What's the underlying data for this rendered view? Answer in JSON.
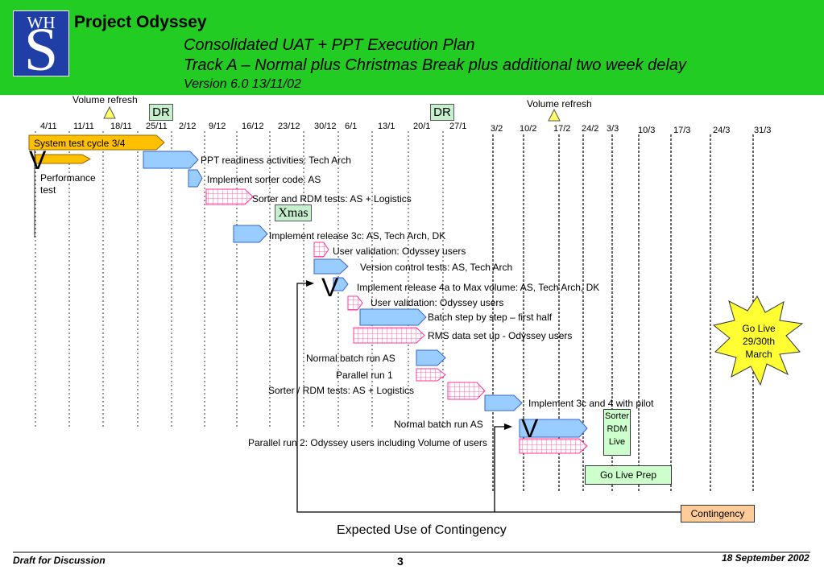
{
  "header": {
    "logo_text_top": "WH",
    "logo_text_main": "S",
    "title": "Project Odyssey",
    "subtitle_1": "Consolidated UAT + PPT Execution Plan",
    "subtitle_2": "Track A – Normal plus Christmas Break plus additional two week delay",
    "version": "Version 6.0 13/11/02"
  },
  "markers": {
    "volume_refresh_1": "Volume refresh",
    "volume_refresh_2": "Volume refresh",
    "dr_1": "DR",
    "dr_2": "DR",
    "xmas": "Xmas",
    "v_mark": "V"
  },
  "dates": [
    "4/11",
    "11/11",
    "18/11",
    "25/11",
    "2/12",
    "9/12",
    "16/12",
    "23/12",
    "30/12",
    "6/1",
    "13/1",
    "20/1",
    "27/1",
    "3/2",
    "10/2",
    "17/2",
    "24/2",
    "3/3",
    "10/3",
    "17/3",
    "24/3",
    "31/3"
  ],
  "tasks": {
    "system_test": "System test cycle 3/4",
    "performance_test": "Performance test",
    "ppt_readiness": "PPT readiness activities: Tech Arch",
    "implement_sorter": "Implement sorter code: AS",
    "sorter_rdm_tests": "Sorter and RDM tests: AS + Logistics",
    "implement_3c": "Implement release 3c: AS, Tech Arch, DK",
    "user_validation_1": "User validation: Odyssey users",
    "version_control": "Version control tests: AS, Tech Arch",
    "implement_4a": "Implement release 4a to Max volume: AS, Tech Arch, DK",
    "user_validation_2": "User validation: Odyssey users",
    "batch_step": "Batch step by step – first half",
    "rms_setup": "RMS data set up - Odyssey users",
    "normal_batch_1": "Normal batch run AS",
    "parallel_run_1": "Parallel run 1",
    "sorter_rdm_tests_2": "Sorter / RDM tests: AS + Logistics",
    "implement_3c_4": "Implement 3c and 4 with pilot",
    "normal_batch_2": "Normal batch run AS",
    "parallel_run_2": "Parallel run 2: Odyssey users including Volume of users",
    "sorter_rdm_live": "Sorter RDM Live",
    "go_live_prep": "Go Live Prep",
    "contingency": "Contingency",
    "go_live": "Go Live 29/30th March"
  },
  "caption": "Expected Use of Contingency",
  "footer": {
    "left": "Draft for Discussion",
    "page": "3",
    "date": "18 September 2002"
  },
  "colors": {
    "header_green": "#22cc22",
    "blue_bar": "#99ccff",
    "pink_bar": "#ff99cc",
    "gold_bar": "#ffc000",
    "star_yellow": "#ffff33",
    "box_green": "#ccffcc",
    "contingency_orange": "#ffcc99"
  }
}
